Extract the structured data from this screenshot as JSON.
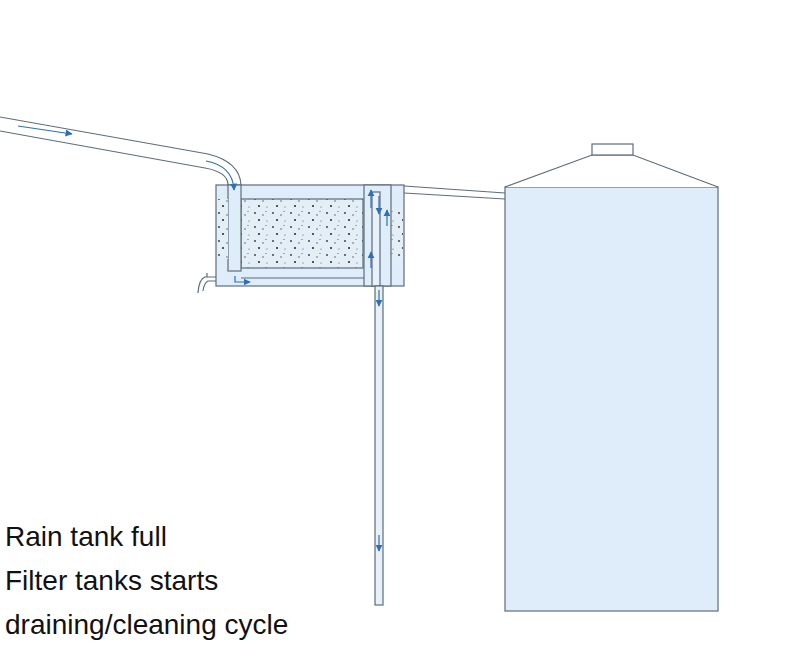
{
  "diagram": {
    "labels": [
      "Rain tank full",
      "Filter tanks starts",
      "draining/cleaning cycle"
    ]
  }
}
